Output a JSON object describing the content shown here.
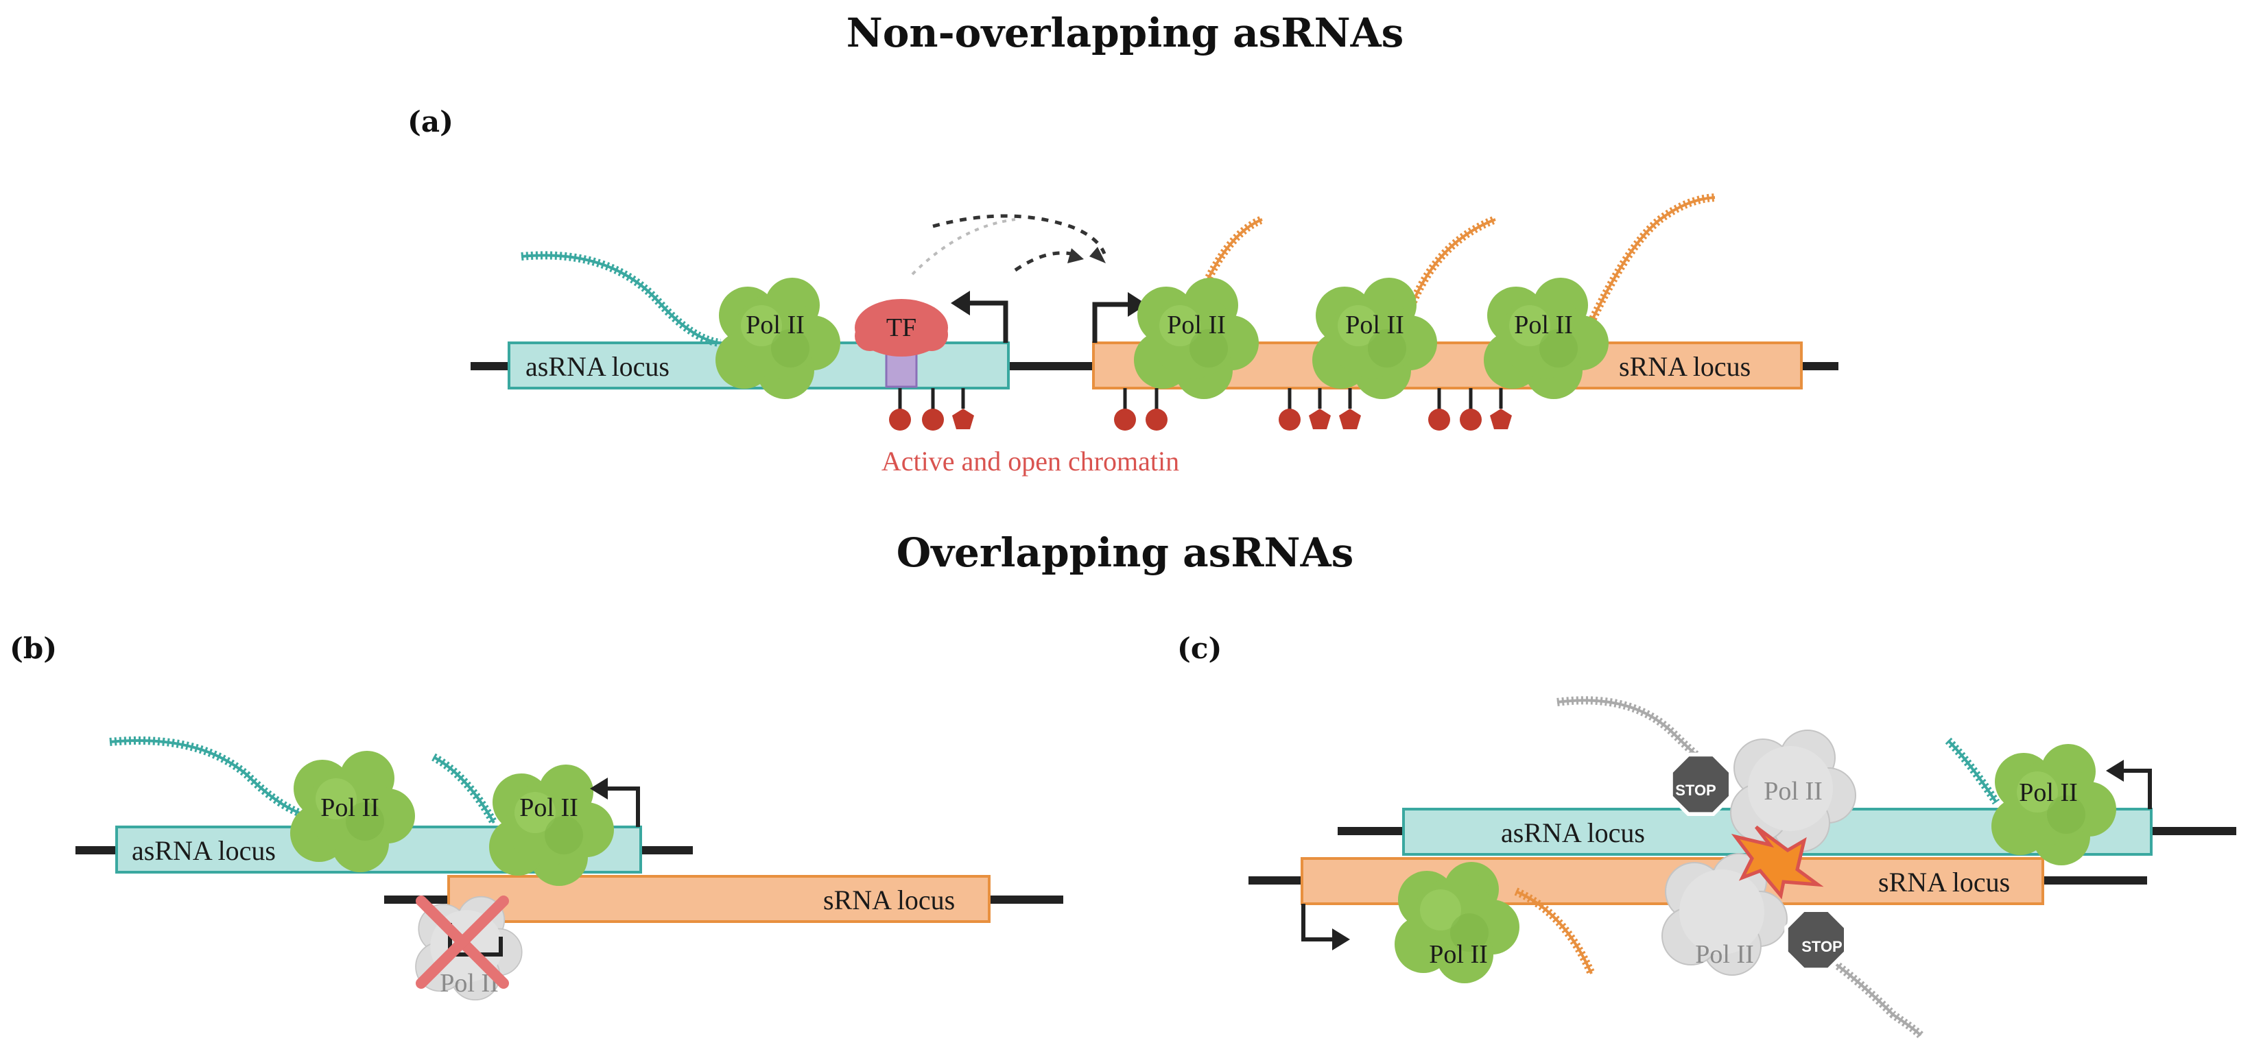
{
  "titles": {
    "non_overlapping": "Non-overlapping asRNAs",
    "overlapping": "Overlapping asRNAs"
  },
  "panels": {
    "a": "(a)",
    "b": "(b)",
    "c": "(c)"
  },
  "labels": {
    "asrna_locus": "asRNA locus",
    "srna_locus": "sRNA locus",
    "pol": "Pol II",
    "tf": "TF",
    "chromatin": "Active and open chromatin",
    "stop": "STOP"
  },
  "colors": {
    "asrna_fill": "#b8e3df",
    "asrna_stroke": "#3aa8a0",
    "srna_fill": "#f6be93",
    "srna_stroke": "#e8903f",
    "pol_green": "#8cc152",
    "pol_gray": "#d9d9d9",
    "tf_red": "#e06666",
    "mark_red": "#c0392b",
    "teal_rna": "#3aa8a0",
    "orange_rna": "#e8903f"
  }
}
